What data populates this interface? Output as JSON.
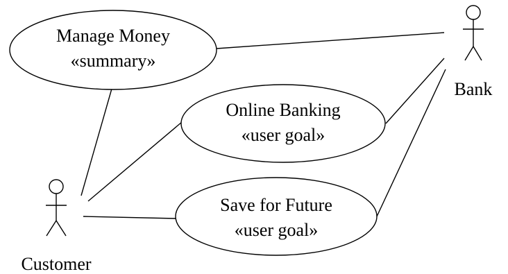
{
  "actors": {
    "bank": {
      "name": "Bank"
    },
    "customer": {
      "name": "Customer"
    }
  },
  "use_cases": {
    "manage_money": {
      "title": "Manage Money",
      "stereotype": "«summary»"
    },
    "online_banking": {
      "title": "Online Banking",
      "stereotype": "«user goal»"
    },
    "save_for_future": {
      "title": "Save for Future",
      "stereotype": "«user goal»"
    }
  },
  "associations": [
    {
      "from": "Bank",
      "to": "Manage Money"
    },
    {
      "from": "Bank",
      "to": "Online Banking"
    },
    {
      "from": "Bank",
      "to": "Save for Future"
    },
    {
      "from": "Customer",
      "to": "Manage Money"
    },
    {
      "from": "Customer",
      "to": "Online Banking"
    },
    {
      "from": "Customer",
      "to": "Save for Future"
    }
  ],
  "colors": {
    "stroke": "#000000",
    "background": "#ffffff"
  }
}
